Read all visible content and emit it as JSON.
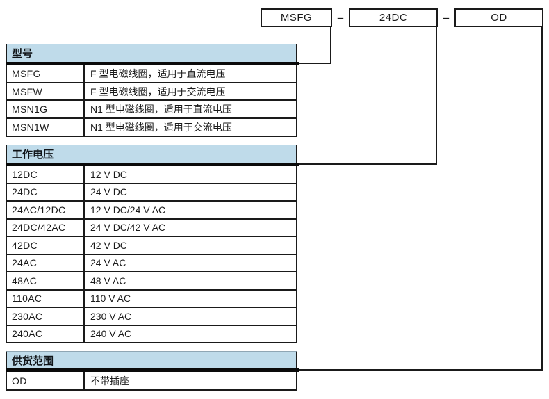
{
  "order_code": {
    "parts": [
      "MSFG",
      "24DC",
      "OD"
    ],
    "separator": "–"
  },
  "sections": [
    {
      "header": "型号",
      "rows": [
        [
          "MSFG",
          "F 型电磁线圈，适用于直流电压"
        ],
        [
          "MSFW",
          "F 型电磁线圈，适用于交流电压"
        ],
        [
          "MSN1G",
          "N1 型电磁线圈，适用于直流电压"
        ],
        [
          "MSN1W",
          "N1 型电磁线圈，适用于交流电压"
        ]
      ]
    },
    {
      "header": "工作电压",
      "rows": [
        [
          "12DC",
          "12 V DC"
        ],
        [
          "24DC",
          "24 V DC"
        ],
        [
          "24AC/12DC",
          "12 V DC/24 V AC"
        ],
        [
          "24DC/42AC",
          "24 V DC/42 V AC"
        ],
        [
          "42DC",
          "42 V DC"
        ],
        [
          "24AC",
          "24 V AC"
        ],
        [
          "48AC",
          "48 V AC"
        ],
        [
          "110AC",
          "110 V AC"
        ],
        [
          "230AC",
          "230 V AC"
        ],
        [
          "240AC",
          "240 V AC"
        ]
      ]
    },
    {
      "header": "供货范围",
      "rows": [
        [
          "OD",
          "不带插座"
        ]
      ]
    }
  ],
  "colors": {
    "header_bg": "#BFDBEA",
    "line": "#1a1a1a"
  }
}
